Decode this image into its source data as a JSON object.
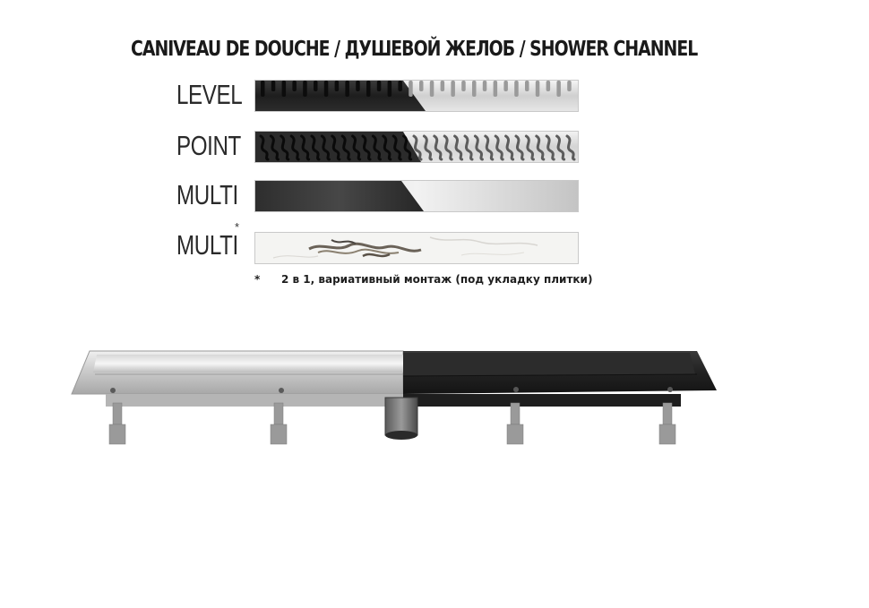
{
  "title": "CANIVEAU DE DOUCHE / ДУШЕВОЙ ЖЕЛОБ / SHOWER CHANNEL",
  "variants": [
    {
      "label": "LEVEL",
      "pattern": "level-slots-icon"
    },
    {
      "label": "POINT",
      "pattern": "point-waves-icon"
    },
    {
      "label": "MULTI",
      "pattern": "multi-plain-icon"
    },
    {
      "label": "MULTI",
      "pattern": "multi-tile-icon",
      "marker": "*"
    }
  ],
  "footnote": {
    "marker": "*",
    "text": "2 в 1, вариативный монтаж (под укладку плитки)"
  },
  "colors": {
    "black_finish": "#2a2a2a",
    "steel_finish": "#d6d6d6",
    "marble": "#f2f2f0"
  }
}
